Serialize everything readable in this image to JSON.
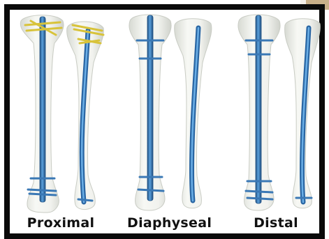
{
  "labels": {
    "proximal": "Proximal",
    "diaphyseal": "Diaphyseal",
    "distal": "Distal"
  },
  "colors": {
    "frame": "#0a0a0a",
    "bone": "#eef0ea",
    "bone_outline": "#c9ccc4",
    "nail": "#3f86c8",
    "nail_dark": "#1f4f80",
    "screw_blue": "#3a78b5",
    "screw_yellow": "#d8c33a"
  },
  "icons": [
    "tibia-bone-icon",
    "intramedullary-nail-icon",
    "locking-screw-icon"
  ]
}
